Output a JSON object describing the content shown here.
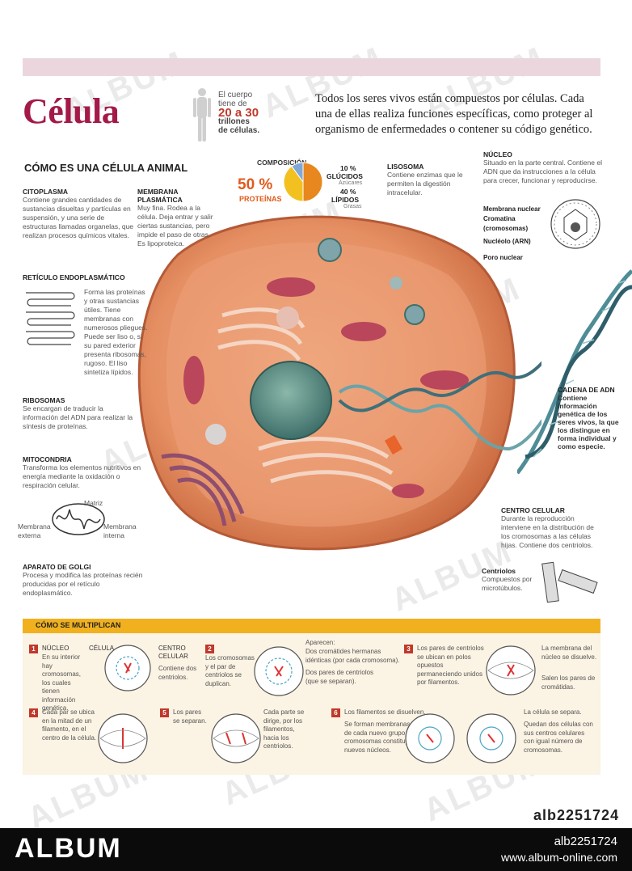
{
  "header": {
    "title": "Célula",
    "body_line1": "El cuerpo",
    "body_line2": "tiene de",
    "body_number": "20 a 30",
    "body_line3": "trillones",
    "body_line4": "de células.",
    "intro": "Todos los seres vivos están compuestos por células. Cada una de ellas realiza funciones específicas, como proteger al organismo de enfermedades o contener su código genético."
  },
  "section_title": "CÓMO ES UNA CÉLULA ANIMAL",
  "composition": {
    "title": "COMPOSICIÓN",
    "proteins_pct": "50 %",
    "proteins_label": "PROTEÍNAS",
    "glucids_pct": "10 %",
    "glucids_label": "GLÚCIDOS",
    "glucids_sub": "Azúcares",
    "lipids_pct": "40 %",
    "lipids_label": "LÍPIDOS",
    "lipids_sub": "Grasas",
    "slices": [
      {
        "name": "PROTEÍNAS",
        "value": 50,
        "color": "#e8871e"
      },
      {
        "name": "LÍPIDOS",
        "value": 40,
        "color": "#f2c11f"
      },
      {
        "name": "GLÚCIDOS",
        "value": 10,
        "color": "#7fa8d8"
      }
    ]
  },
  "labels": {
    "citoplasma": {
      "title": "CITOPLASMA",
      "text": "Contiene grandes cantidades de sustancias disueltas y partículas en suspensión, y una serie de estructuras llamadas organelas, que realizan procesos químicos vitales."
    },
    "membrana": {
      "title": "MEMBRANA PLASMÁTICA",
      "text": "Muy fina. Rodea a la célula. Deja entrar y salir ciertas sustancias, pero impide el paso de otras. Es lipoproteica."
    },
    "lisosoma": {
      "title": "LISOSOMA",
      "text": "Contiene enzimas que le permiten la digestión intracelular."
    },
    "nucleo": {
      "title": "NÚCLEO",
      "text": "Situado en la parte central. Contiene el ADN que da instrucciones a la célula para crecer, funcionar y reproducirse."
    },
    "nucleo_parts": [
      "Membrana nuclear",
      "Cromatina (cromosomas)",
      "Nucléolo (ARN)",
      "Poro nuclear"
    ],
    "reticulo": {
      "title": "RETÍCULO ENDOPLASMÁTICO",
      "text": "Forma las proteínas y otras sustancias útiles. Tiene membranas con numerosos pliegues. Puede ser liso o, si su pared exterior presenta ribosomas, rugoso. El liso sintetiza lípidos."
    },
    "ribosomas": {
      "title": "RIBOSOMAS",
      "text": "Se encargan de traducir la información del ADN para realizar la síntesis de proteínas."
    },
    "mitocondria": {
      "title": "MITOCONDRIA",
      "text": "Transforma los elementos nutritivos en energía mediante la oxidación o respiración celular."
    },
    "mito_parts": {
      "matriz": "Matriz",
      "externa": "Membrana externa",
      "interna": "Membrana interna"
    },
    "golgi": {
      "title": "APARATO DE GOLGI",
      "text": "Procesa y modifica las proteínas recién producidas por el retículo endoplasmático."
    },
    "adn": {
      "title": "CADENA DE ADN",
      "text": "Contiene información genética de los seres vivos, la que los distingue en forma individual y como especie."
    },
    "centro": {
      "title": "CENTRO CELULAR",
      "text": "Durante la reproducción interviene en la distribución de los cromosomas a las células hijas. Contiene dos centriolos."
    },
    "centriolos": {
      "title": "Centriolos",
      "text": "Compuestos por microtúbulos."
    }
  },
  "multiply": {
    "title": "CÓMO SE MULTIPLICAN",
    "steps": [
      {
        "n": "1",
        "a": "NÚCLEO",
        "b": "En su interior hay cromosomas, los cuales tienen información genética.",
        "c": "CÉLULA",
        "d": "CENTRO CELULAR",
        "e": "Contiene dos centriolos."
      },
      {
        "n": "2",
        "a": "Los cromosomas y el par de centriolos se duplican.",
        "b": "Aparecen:",
        "c": "Dos cromátides hermanas idénticas (por cada cromosoma).",
        "d": "Dos pares de centriolos (que se separan)."
      },
      {
        "n": "3",
        "a": "Los pares de centriolos se ubican en polos opuestos permaneciendo unidos por filamentos.",
        "b": "La membrana del núcleo se disuelve.",
        "c": "Salen los pares de cromátidas."
      },
      {
        "n": "4",
        "a": "Cada par se ubica en la mitad de un filamento, en el centro de la célula."
      },
      {
        "n": "5",
        "a": "Los pares se separan.",
        "b": "Cada parte se dirige, por los filamentos, hacia los centriolos."
      },
      {
        "n": "6",
        "a": "Los filamentos se disuelven.",
        "b": "Se forman membranas alrededor de cada nuevo grupo de cromosomas constituyendo los nuevos núcleos.",
        "c": "La célula se separa.",
        "d": "Quedan dos células con sus centros celulares con igual número de cromosomas."
      }
    ]
  },
  "image_code": "alb2251724",
  "footer": {
    "brand": "ALBUM",
    "code": "alb2251724",
    "url": "www.album-online.com"
  },
  "watermark": "ALBUM",
  "colors": {
    "accent": "#a31a4a",
    "orange": "#e05a1b",
    "bar": "#f1b11f",
    "step_num": "#c0392b"
  }
}
